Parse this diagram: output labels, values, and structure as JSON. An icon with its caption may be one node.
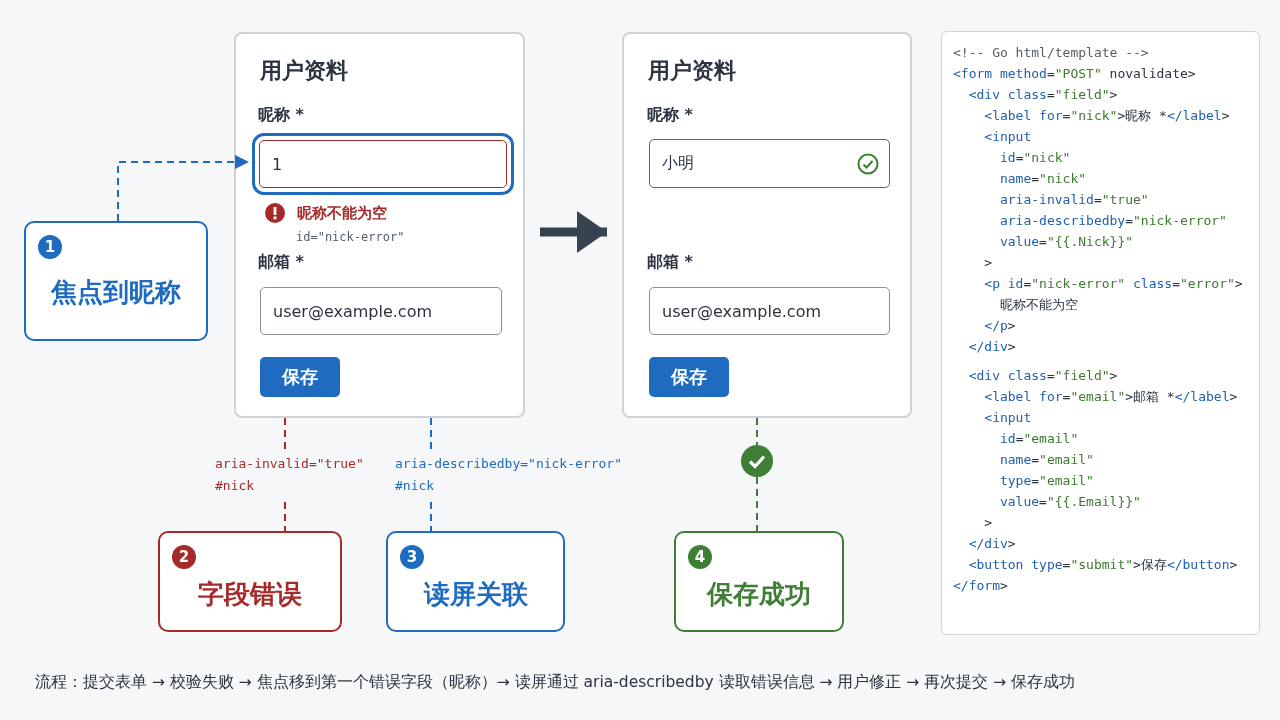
{
  "diagram": {
    "nodes": [
      {
        "text": [
          "用户资料"
        ]
      },
      {
        "text": [
          "1"
        ],
        "in": 0,
        "beside": [
          "昵称不能为空",
          "id=\"nick-error\""
        ]
      },
      {
        "text": [
          "user@example.com"
        ],
        "in": 0
      },
      {
        "text": [
          "保存"
        ],
        "in": 0
      },
      {
        "text": [
          "1",
          "焦点到昵称"
        ]
      },
      {
        "text": [
          "用户资料"
        ]
      },
      {
        "text": [
          "小明"
        ],
        "in": 5
      },
      {
        "text": [
          "user@example.com"
        ],
        "in": 5
      },
      {
        "text": [
          "保存"
        ],
        "in": 5
      },
      {
        "text": [
          "2",
          "字段错误"
        ]
      },
      {
        "text": [
          "3",
          "读屏关联"
        ]
      },
      {
        "text": [],
        "shape": "circle"
      },
      {
        "text": [
          "4",
          "保存成功"
        ]
      },
      {
        "text": [
          "<!-- Go html/template -->",
          "<form method=\"POST\" novalidate>",
          "  <div class=\"field\">",
          "    <label for=\"nick\">昵称 *</label>",
          "    <input",
          "      id=\"nick\"",
          "      name=\"nick\"",
          "      aria-invalid=\"true\"",
          "      aria-describedby=\"nick-error\"",
          "      value=\"{{.Nick}}\"",
          "    >",
          "    <p id=\"nick-error\" class=\"error\">",
          "      昵称不能为空",
          "    </p>",
          "  </div>",
          "  <div class=\"field\">",
          "    <label for=\"email\">邮箱 *</label>",
          "    <input",
          "      id=\"email\"",
          "      name=\"email\"",
          "      type=\"email\"",
          "      value=\"{{.Email}}\"",
          "    >",
          "  </div>",
          "  <button type=\"submit\">保存</button>",
          "</form>"
        ]
      }
    ],
    "edges": [
      {
        "from": 4,
        "to": 1,
        "arrow": "to",
        "style": "dashed",
        "color": "#1e6bc0"
      },
      {
        "from": 0,
        "to": 5,
        "arrow": "to",
        "style": "thick",
        "color": "#37434f"
      },
      {
        "from": 0,
        "to": 9,
        "arrow": "none",
        "style": "dashed",
        "color": "#a52a2a",
        "label": "aria-invalid=\"true\" #nick"
      },
      {
        "from": 0,
        "to": 10,
        "arrow": "none",
        "style": "dashed",
        "color": "#1e6bc0",
        "label": "aria-describedby=\"nick-error\" #nick"
      },
      {
        "from": 5,
        "to": 11,
        "arrow": "none",
        "style": "dashed",
        "color": "#3f7f35"
      },
      {
        "from": 11,
        "to": 12,
        "arrow": "none",
        "style": "dashed",
        "color": "#3f7f35"
      }
    ],
    "labels": [
      "昵称 *",
      "邮箱 *",
      "昵称 *",
      "邮箱 *"
    ],
    "caption": "流程：提交表单 → 校验失败 → 焦点移到第一个错误字段（昵称）→ 读屏通过 aria-describedby 读取错误信息 → 用户修正 → 再次提交 → 保存成功"
  }
}
